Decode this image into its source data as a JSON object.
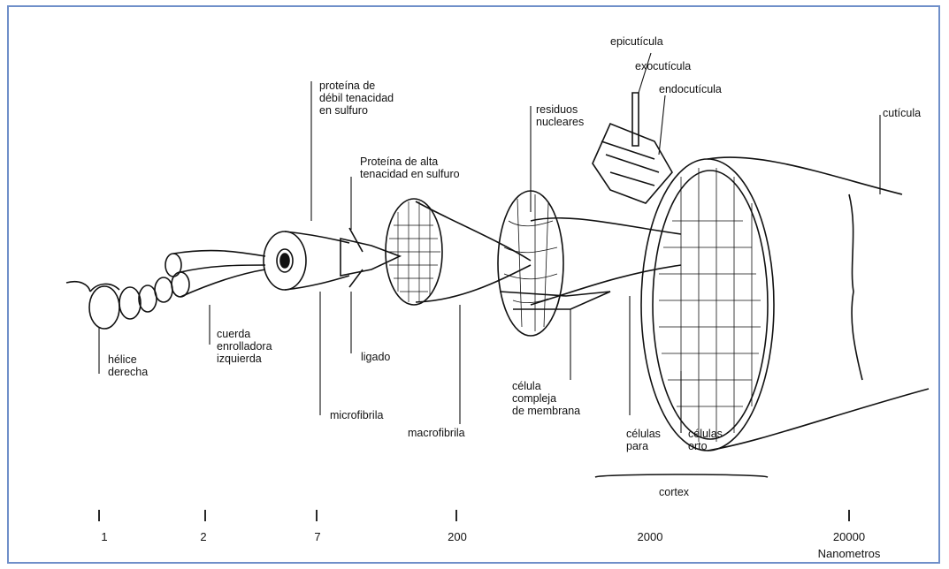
{
  "labels": {
    "helice": "hélice\nderecha",
    "cuerda": "cuerda\nenrolladora\nizquierda",
    "proteina_debil": "proteína de\ndébil tenacidad\nen sulfuro",
    "proteina_alta": "Proteína de alta\ntenacidad en sulfuro",
    "ligado": "ligado",
    "microfibrila": "microfibrila",
    "macrofibrila": "macrofibrila",
    "residuos": "residuos\nnucleares",
    "celula_compleja": "célula\ncompleja\nde membrana",
    "epicuticula": "epicutícula",
    "exocuticula": "exocutícula",
    "endocuticula": "endocutícula",
    "cuticula": "cutícula",
    "celulas_para": "células\npara",
    "celulas_orto": "células\norto",
    "cortex": "cortex"
  },
  "scale": {
    "ticks": [
      "1",
      "2",
      "7",
      "200",
      "2000",
      "20000"
    ],
    "unit": "Nanometros"
  }
}
